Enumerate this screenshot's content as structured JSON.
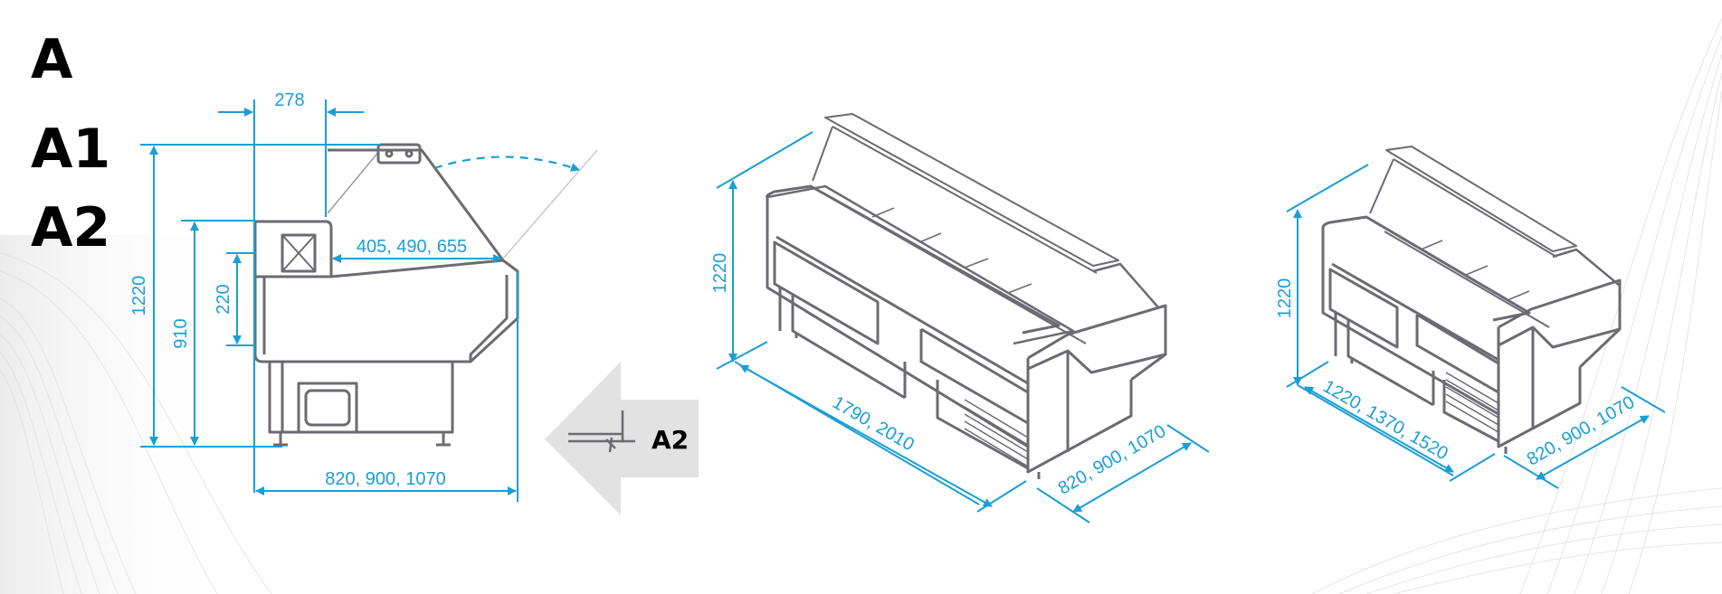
{
  "colors": {
    "dimension": "#1a9ed6",
    "outline": "#6b6b73",
    "arrow_fill": "#e2e2e2",
    "label": "#000000"
  },
  "variants": {
    "a": "A",
    "a1": "A1",
    "a2": "A2"
  },
  "side_view": {
    "width_dim": "820, 900, 1070",
    "top_dim": "278",
    "surface_dim": "405, 490, 655",
    "total_height_dim": "1220",
    "counter_height_dim": "910",
    "shelf_height_dim": "220"
  },
  "a2_callout": {
    "label": "A2"
  },
  "long_iso": {
    "height_dim": "1220",
    "length_dim": "1790, 2010",
    "depth_dim": "820, 900, 1070"
  },
  "short_iso": {
    "height_dim": "1220",
    "length_dim": "1220, 1370, 1520",
    "depth_dim": "820, 900, 1070"
  }
}
